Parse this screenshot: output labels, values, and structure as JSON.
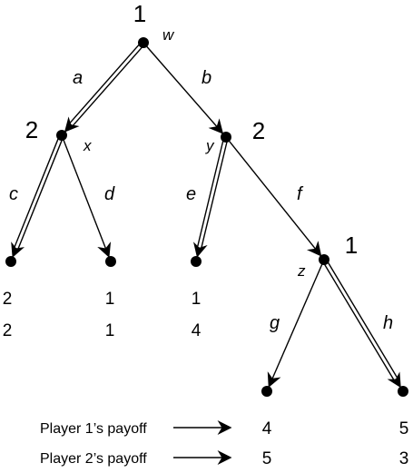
{
  "nodes": [
    {
      "id": "w",
      "label": "w",
      "player": "1"
    },
    {
      "id": "x",
      "label": "x",
      "player": "2"
    },
    {
      "id": "y",
      "label": "y",
      "player": "2"
    },
    {
      "id": "z",
      "label": "z",
      "player": "1"
    },
    {
      "id": "t1"
    },
    {
      "id": "t2"
    },
    {
      "id": "t3"
    },
    {
      "id": "t4"
    },
    {
      "id": "t5"
    }
  ],
  "edges": [
    {
      "from": "w",
      "to": "x",
      "label": "a",
      "chosen": true
    },
    {
      "from": "w",
      "to": "y",
      "label": "b",
      "chosen": false
    },
    {
      "from": "x",
      "to": "t1",
      "label": "c",
      "chosen": true
    },
    {
      "from": "x",
      "to": "t2",
      "label": "d",
      "chosen": false
    },
    {
      "from": "y",
      "to": "t3",
      "label": "e",
      "chosen": true
    },
    {
      "from": "y",
      "to": "z",
      "label": "f",
      "chosen": false
    },
    {
      "from": "z",
      "to": "t4",
      "label": "g",
      "chosen": false
    },
    {
      "from": "z",
      "to": "t5",
      "label": "h",
      "chosen": true
    }
  ],
  "payoffs": [
    {
      "node": "t1",
      "p1": "2",
      "p2": "2"
    },
    {
      "node": "t2",
      "p1": "1",
      "p2": "1"
    },
    {
      "node": "t3",
      "p1": "1",
      "p2": "4"
    },
    {
      "node": "t4",
      "p1": "4",
      "p2": "5"
    },
    {
      "node": "t5",
      "p1": "5",
      "p2": "3"
    }
  ],
  "legend": {
    "player1": "Player 1’s payoff",
    "player2": "Player 2’s payoff"
  }
}
